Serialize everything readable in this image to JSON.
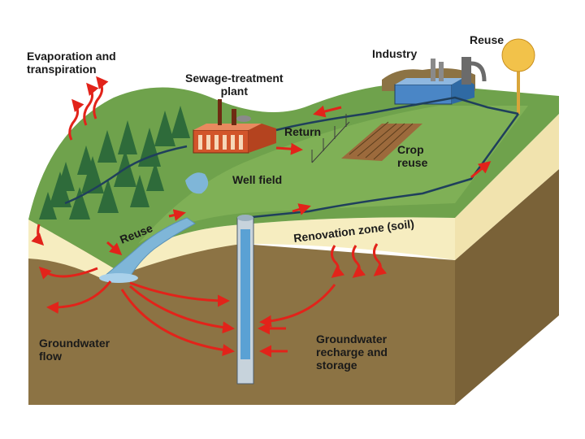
{
  "labels": {
    "evaporation": "Evaporation and\ntranspiration",
    "sewage_plant": "Sewage-treatment\nplant",
    "industry": "Industry",
    "reuse_top": "Reuse",
    "return": "Return",
    "crop_reuse": "Crop\nreuse",
    "well_field": "Well field",
    "reuse_river": "Reuse",
    "renovation_zone": "Renovation zone (soil)",
    "groundwater_flow": "Groundwater\nflow",
    "groundwater_recharge": "Groundwater\nrecharge and\nstorage"
  },
  "colors": {
    "grass": "#6fa24c",
    "grass_light": "#8dbb5e",
    "soil_light": "#f6edc0",
    "soil_dark": "#8c7344",
    "arrow": "#e2231a",
    "water": "#7fb6d8",
    "pipe": "#1f3f5c",
    "building": "#d2552b",
    "industry": "#4a86c6",
    "trees": "#2e6b3a",
    "tank": "#f2c24a"
  }
}
